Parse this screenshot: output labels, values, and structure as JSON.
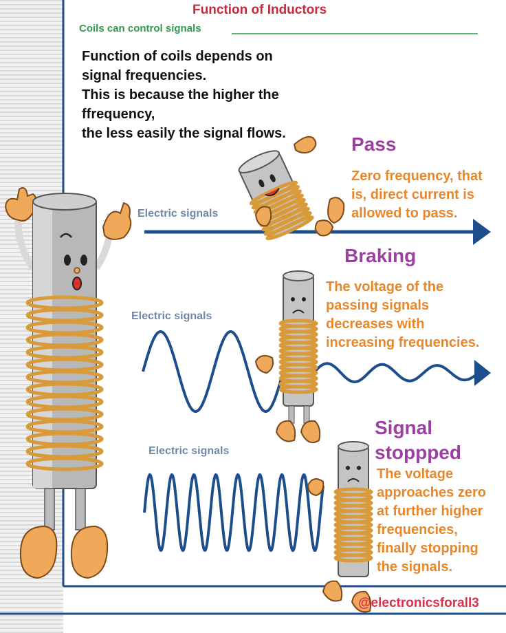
{
  "title": "Function of Inductors",
  "subtitle": "Coils can control signals",
  "intro": [
    "Function of coils depends on",
    "signal frequencies.",
    "This is because the higher the",
    "ffrequency,",
    "the less easily the signal flows."
  ],
  "sections": [
    {
      "heading": "Pass",
      "label": "Electric signals",
      "body": [
        "Zero frequency, that",
        "is, direct current is",
        "allowed to pass."
      ]
    },
    {
      "heading": "Braking",
      "label": "Electric signals",
      "body": [
        "The voltage of the",
        "passing signals",
        "decreases with",
        "increasing frequencies."
      ]
    },
    {
      "heading_lines": [
        "Signal",
        "stoppped"
      ],
      "label": "Electric signals",
      "body": [
        "The voltage",
        "approaches zero",
        "at further higher",
        "frequencies,",
        "finally stopping",
        "the signals."
      ]
    }
  ],
  "watermark": "@electronicsforall3",
  "colors": {
    "title": "#c8283a",
    "subtitle": "#2f9a4a",
    "heading": "#9b3fa0",
    "body": "#e8862a",
    "signal": "#1e4d8c",
    "label": "#7088a8",
    "coil": "#d99a3a",
    "hand": "#f0a85a",
    "body_gray": "#b0b0b0"
  }
}
